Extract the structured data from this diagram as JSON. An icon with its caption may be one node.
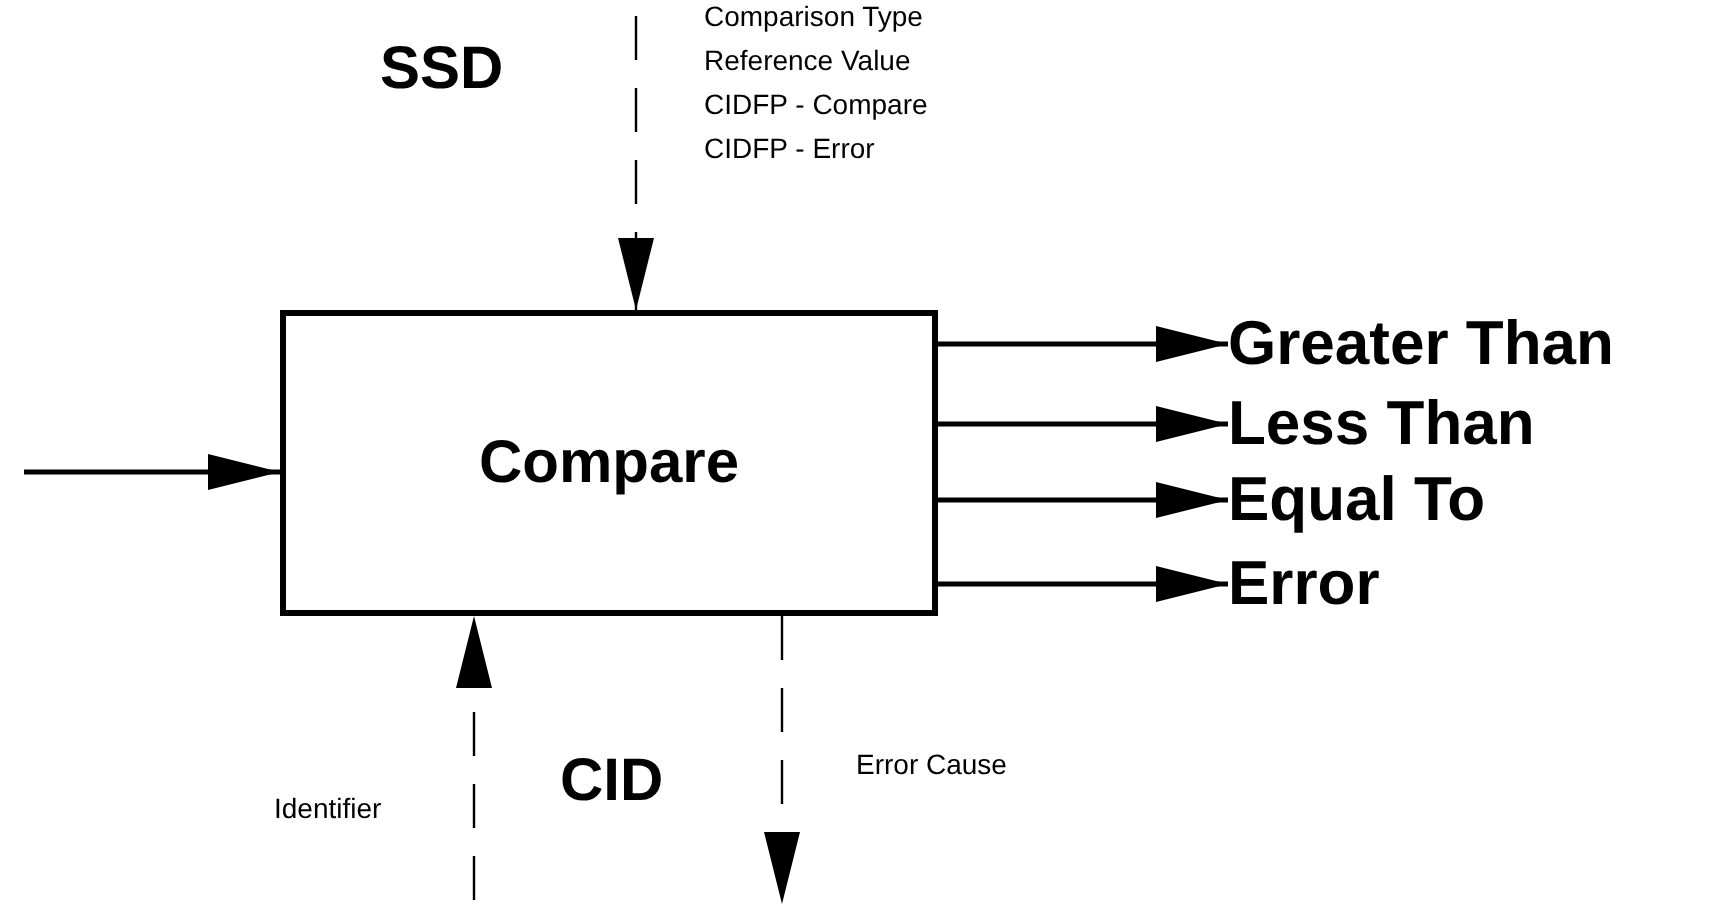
{
  "diagram": {
    "nodes": [
      {
        "text": [
          "Compare"
        ]
      },
      {
        "text": [
          "Greater Than"
        ]
      },
      {
        "text": [
          "Less Than"
        ]
      },
      {
        "text": [
          "Equal To"
        ]
      },
      {
        "text": [
          "Error"
        ]
      }
    ],
    "edges": [
      {
        "from": null,
        "to": 0,
        "arrow": "to"
      },
      {
        "from": null,
        "to": 0,
        "arrow": "to",
        "style": "dashed"
      },
      {
        "from": 0,
        "to": 1,
        "arrow": "to"
      },
      {
        "from": 0,
        "to": 2,
        "arrow": "to"
      },
      {
        "from": 0,
        "to": 3,
        "arrow": "to"
      },
      {
        "from": 0,
        "to": 4,
        "arrow": "to"
      },
      {
        "from": null,
        "to": 0,
        "arrow": "to",
        "style": "dashed"
      },
      {
        "from": 0,
        "to": null,
        "arrow": "to",
        "style": "dashed"
      }
    ],
    "labels": [
      "SSD",
      "Comparison Type",
      "Reference Value",
      "CIDFP - Compare",
      "CIDFP - Error",
      "Identifier",
      "CID",
      "Error Cause"
    ]
  }
}
